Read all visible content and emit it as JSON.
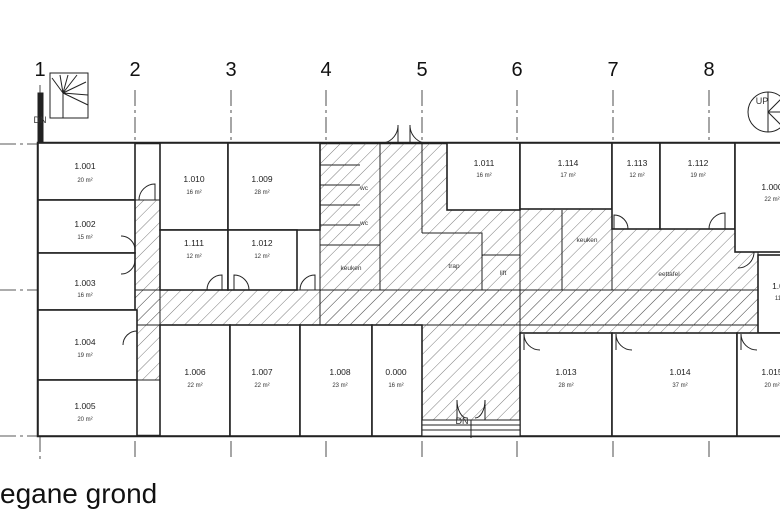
{
  "grid_labels": [
    "1",
    "2",
    "3",
    "4",
    "5",
    "6",
    "7",
    "8"
  ],
  "rooms": [
    {
      "id": "1.001",
      "area": "20 m²"
    },
    {
      "id": "1.002",
      "area": "15 m²"
    },
    {
      "id": "1.003",
      "area": "16 m²"
    },
    {
      "id": "1.004",
      "area": "19 m²"
    },
    {
      "id": "1.005",
      "area": "20 m²"
    },
    {
      "id": "1.010",
      "area": "16 m²"
    },
    {
      "id": "1.009",
      "area": "28 m²"
    },
    {
      "id": "1.111",
      "area": "12 m²"
    },
    {
      "id": "1.012",
      "area": "12 m²"
    },
    {
      "id": "1.006",
      "area": "22 m²"
    },
    {
      "id": "1.007",
      "area": "22 m²"
    },
    {
      "id": "1.008",
      "area": "23 m²"
    },
    {
      "id": "0.000",
      "area": "16 m²"
    },
    {
      "id": "1.011",
      "area": "16 m²"
    },
    {
      "id": "1.114",
      "area": "17 m²"
    },
    {
      "id": "1.113",
      "area": "12 m²"
    },
    {
      "id": "1.112",
      "area": "19 m²"
    },
    {
      "id": "1.000",
      "area": "22 m²"
    },
    {
      "id": "1.0",
      "area": "11"
    },
    {
      "id": "1.013",
      "area": "28 m²"
    },
    {
      "id": "1.014",
      "area": "37 m²"
    },
    {
      "id": "1.015",
      "area": "20 m²"
    }
  ],
  "labels": {
    "wc1": "wc",
    "wc2": "wc",
    "keuken_left": "keuken",
    "keuken_right": "keuken",
    "trap": "trap",
    "lift": "lift",
    "eettafel": "eettafel",
    "stair_dn_top": "DN",
    "stair_dn_bottom": "DN",
    "stair_up": "UP"
  },
  "title": "egane grond"
}
